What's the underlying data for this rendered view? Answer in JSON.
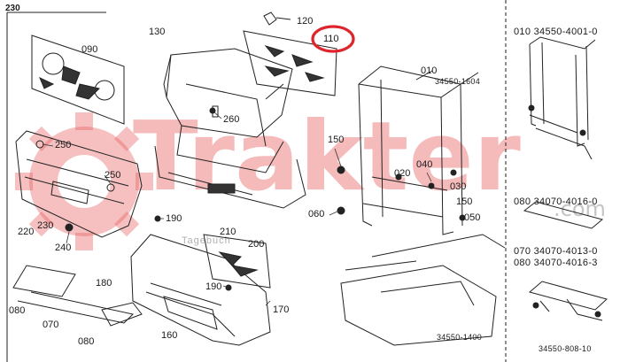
{
  "diagram_id": "230",
  "callouts": [
    {
      "key": "c120",
      "text": "120"
    },
    {
      "key": "c130",
      "text": "130"
    },
    {
      "key": "c110",
      "text": "110"
    },
    {
      "key": "c090",
      "text": "090"
    },
    {
      "key": "c010",
      "text": "010"
    },
    {
      "key": "c010code",
      "text": "34550-1604"
    },
    {
      "key": "c260",
      "text": "260"
    },
    {
      "key": "c250a",
      "text": "250"
    },
    {
      "key": "c250b",
      "text": "250"
    },
    {
      "key": "c150a",
      "text": "150"
    },
    {
      "key": "c020",
      "text": "020"
    },
    {
      "key": "c040",
      "text": "040"
    },
    {
      "key": "c030",
      "text": "030"
    },
    {
      "key": "c150b",
      "text": "150"
    },
    {
      "key": "c050",
      "text": "050"
    },
    {
      "key": "c060",
      "text": "060"
    },
    {
      "key": "c190a",
      "text": "190"
    },
    {
      "key": "c210",
      "text": "210"
    },
    {
      "key": "c200",
      "text": "200"
    },
    {
      "key": "c220",
      "text": "220"
    },
    {
      "key": "c230",
      "text": "230"
    },
    {
      "key": "c240",
      "text": "240"
    },
    {
      "key": "c180",
      "text": "180"
    },
    {
      "key": "c190b",
      "text": "190"
    },
    {
      "key": "c170",
      "text": "170"
    },
    {
      "key": "c160",
      "text": "160"
    },
    {
      "key": "c080a",
      "text": "080"
    },
    {
      "key": "c070",
      "text": "070"
    },
    {
      "key": "c080b",
      "text": "080"
    },
    {
      "key": "c1400",
      "text": "34550-1400"
    }
  ],
  "legend": [
    {
      "key": "r1",
      "text": "010  34550-4001-0"
    },
    {
      "key": "r2",
      "text": "080  34070-4016-0"
    },
    {
      "key": "r3",
      "text": "070  34070-4013-0"
    },
    {
      "key": "r4",
      "text": "080  34070-4016-3"
    },
    {
      "key": "r5",
      "text": "34550-808-10"
    }
  ],
  "watermark": {
    "brand": "Trakter",
    "tagline": "Tagebuch",
    "suffix": ".com"
  },
  "highlight_color": "#e0242c",
  "watermark_color": "#e85a5a"
}
